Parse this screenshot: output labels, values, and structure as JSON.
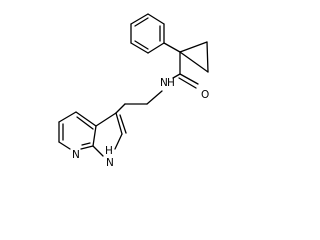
{
  "molecule": {
    "labels": {
      "amide_nitrogen": "N",
      "amide_nitrogen_hydrogen": "H",
      "carbonyl_oxygen": "O",
      "pyrrole_nitrogen": "N",
      "pyrrole_nitrogen_hydrogen": "H",
      "pyridine_nitrogen": "N"
    },
    "groups": [
      "phenyl-ring",
      "cyclopropane-ring",
      "amide",
      "ethyl-linker",
      "pyrrolopyridine"
    ]
  }
}
